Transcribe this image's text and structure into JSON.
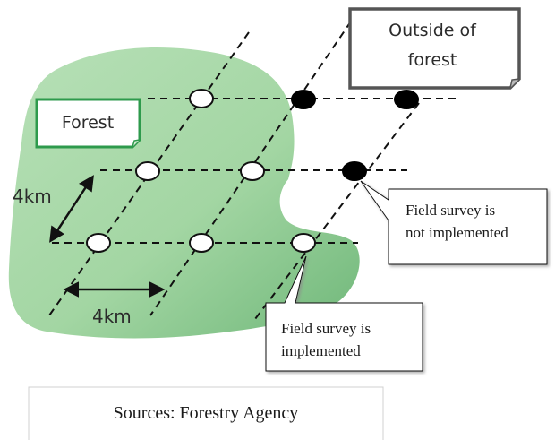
{
  "labels": {
    "forest": "Forest",
    "outside": [
      "Outside of",
      "forest"
    ],
    "scale_vertical": "4km",
    "scale_horizontal": "4km",
    "callout_not_implemented": [
      "Field survey is",
      "not implemented"
    ],
    "callout_implemented": [
      "Field survey is",
      "implemented"
    ],
    "source": "Sources: Forestry Agency"
  },
  "colors": {
    "forest_fill": "#a8d8a8",
    "forest_label_border": "#2e9a4c",
    "outside_label_border": "#555555",
    "grid_line": "#111111",
    "survey_point_implemented": "#ffffff",
    "survey_point_not_implemented": "#000000"
  },
  "legend": {
    "open_circle": "field survey implemented",
    "filled_circle": "field survey not implemented"
  }
}
